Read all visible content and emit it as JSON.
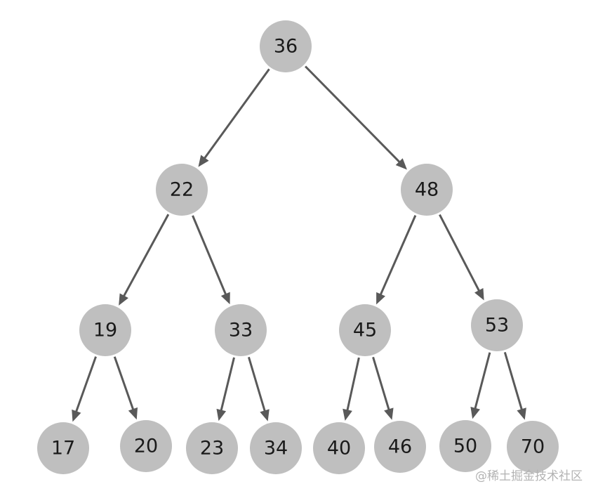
{
  "tree": {
    "root": "36",
    "nodes": [
      {
        "id": "n36",
        "label": "36",
        "parent": null
      },
      {
        "id": "n22",
        "label": "22",
        "parent": "n36"
      },
      {
        "id": "n48",
        "label": "48",
        "parent": "n36"
      },
      {
        "id": "n19",
        "label": "19",
        "parent": "n22"
      },
      {
        "id": "n33",
        "label": "33",
        "parent": "n22"
      },
      {
        "id": "n45",
        "label": "45",
        "parent": "n48"
      },
      {
        "id": "n53",
        "label": "53",
        "parent": "n48"
      },
      {
        "id": "n17",
        "label": "17",
        "parent": "n19"
      },
      {
        "id": "n20",
        "label": "20",
        "parent": "n19"
      },
      {
        "id": "n23",
        "label": "23",
        "parent": "n33"
      },
      {
        "id": "n34",
        "label": "34",
        "parent": "n33"
      },
      {
        "id": "n40",
        "label": "40",
        "parent": "n45"
      },
      {
        "id": "n46",
        "label": "46",
        "parent": "n45"
      },
      {
        "id": "n50",
        "label": "50",
        "parent": "n53"
      },
      {
        "id": "n70",
        "label": "70",
        "parent": "n53"
      }
    ]
  },
  "colors": {
    "node_fill": "#bfbfbf",
    "edge": "#595959",
    "text": "#1a1a1a"
  },
  "watermark": "@稀土掘金技术社区"
}
